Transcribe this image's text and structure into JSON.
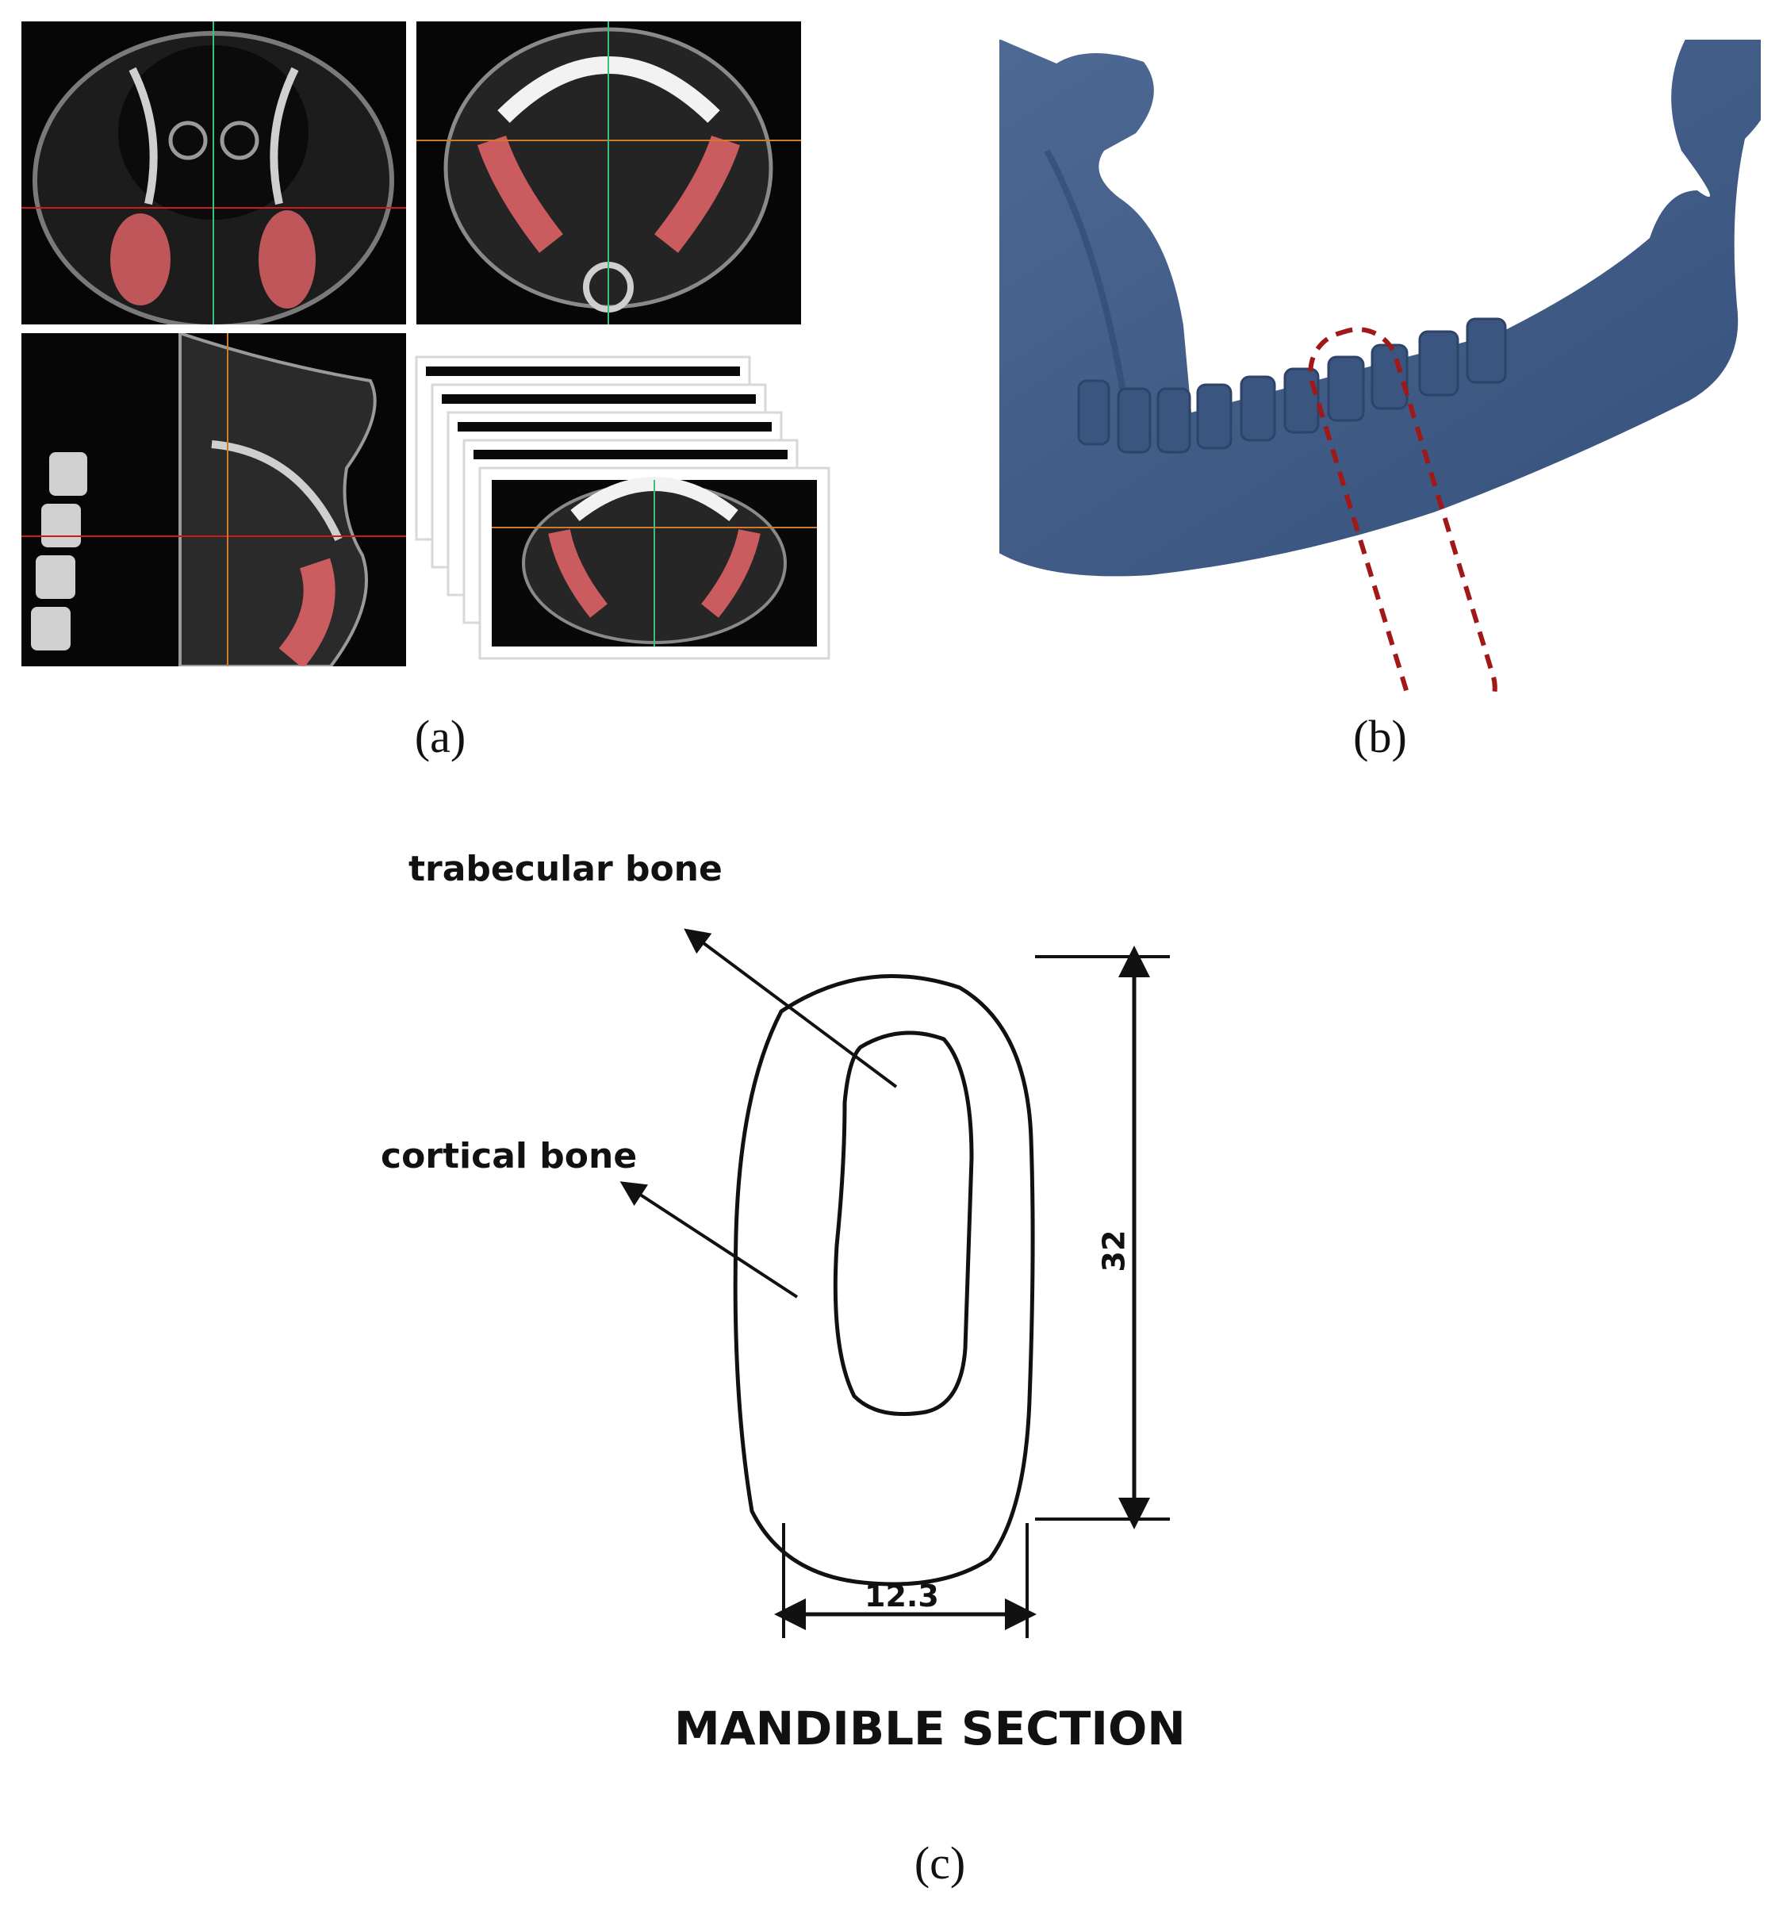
{
  "captions": {
    "a": "(a)",
    "b": "(b)",
    "c": "(c)"
  },
  "section": {
    "title": "MANDIBLE SECTION",
    "trabecular_label": "trabecular bone",
    "cortical_label": "cortical bone",
    "height_value": "32",
    "width_value": "12.3"
  },
  "colors": {
    "mandible": "#3f5a84",
    "segmentation": "#e8666a",
    "selection_outline": "#a01818",
    "crosshair_red": "#c81e1e",
    "crosshair_green": "#35c27c",
    "crosshair_orange": "#d27a2a"
  }
}
